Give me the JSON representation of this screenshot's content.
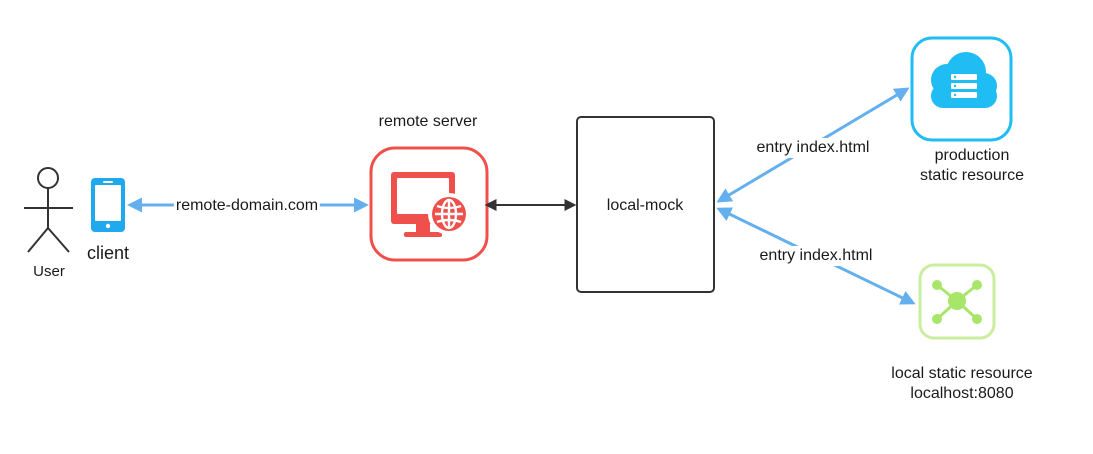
{
  "nodes": {
    "user": {
      "label": "User"
    },
    "client": {
      "label": "client"
    },
    "remote_server": {
      "label": "remote server"
    },
    "local_mock": {
      "label": "local-mock"
    },
    "production": {
      "label_line1": "production",
      "label_line2": "static resource"
    },
    "local_static": {
      "label_line1": "local static resource",
      "label_line2": "localhost:8080"
    }
  },
  "edges": {
    "client_to_server": {
      "label": "remote-domain.com"
    },
    "mock_to_production": {
      "label": "entry index.html"
    },
    "mock_to_local": {
      "label": "entry index.html"
    }
  },
  "colors": {
    "arrow_blue": "#64b0ee",
    "arrow_dark": "#333333",
    "server_red": "#f0504b",
    "cloud_blue": "#1fbdf3",
    "phone_blue": "#1fa9ee",
    "local_green": "#a8e66a",
    "local_green_border": "#c9ee9e"
  },
  "icons": {
    "user": "stick-figure-icon",
    "client": "smartphone-icon",
    "remote_server": "monitor-globe-icon",
    "production": "cloud-server-icon",
    "local_static": "network-nodes-icon"
  }
}
